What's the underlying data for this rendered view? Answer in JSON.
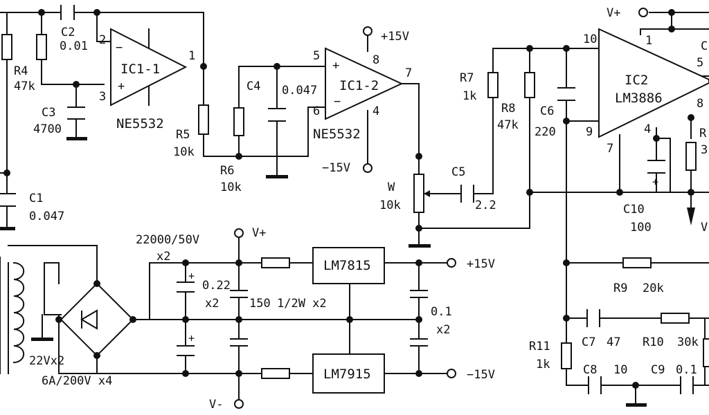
{
  "palette": {
    "ink": "#111111",
    "paper": "#ffffff"
  },
  "preamp": {
    "ic1_1": {
      "label": "IC1-1",
      "part": "NE5532",
      "pin_inv": "2",
      "pin_noninv": "3",
      "pin_out": "1",
      "minus": "−",
      "plus": "+"
    },
    "ic1_2": {
      "label": "IC1-2",
      "part": "NE5532",
      "pin_noninv": "5",
      "pin_inv": "6",
      "pin_vpos": "8",
      "pin_vneg": "4",
      "pin_out": "7",
      "minus": "−",
      "plus": "+"
    },
    "supply_pos": "+15V",
    "supply_neg": "−15V",
    "r4": {
      "ref": "R4",
      "value": "47k"
    },
    "r5": {
      "ref": "R5",
      "value": "10k"
    },
    "r6": {
      "ref": "R6",
      "value": "10k"
    },
    "c1": {
      "ref": "C1",
      "value": "0.047"
    },
    "c2": {
      "ref": "C2",
      "value": "0.01"
    },
    "c3": {
      "ref": "C3",
      "value": "4700"
    },
    "c4": {
      "ref": "C4",
      "value": "0.047"
    }
  },
  "volume": {
    "w": {
      "ref": "W",
      "value": "10k"
    },
    "c5": {
      "ref": "C5",
      "value": "2.2"
    },
    "r7": {
      "ref": "R7",
      "value": "1k"
    },
    "r8": {
      "ref": "R8",
      "value": "47k"
    }
  },
  "power_amp": {
    "ic2": {
      "label": "IC2",
      "part": "LM3886",
      "pin_in": "10",
      "pin_fb": "9",
      "pin_vpos": "1",
      "pin_out": "5",
      "pin_8": "8",
      "pin_4": "4",
      "pin_7": "7"
    },
    "supply_pos": "V+",
    "c6": {
      "ref": "C6",
      "value": "220"
    },
    "c10": {
      "ref": "C10",
      "value": "100"
    },
    "r9": {
      "ref": "R9",
      "value": "20k"
    },
    "r10": {
      "ref": "R10",
      "value": "30k"
    },
    "r11": {
      "ref": "R11",
      "value": "1k"
    },
    "c7": {
      "ref": "C7",
      "value": "47"
    },
    "c8": {
      "ref": "C8",
      "value": "10"
    },
    "c9": {
      "ref": "C9",
      "value": "0.1"
    },
    "clip_r": "R",
    "clip_r_value": "3",
    "clip_c": "C",
    "clip_v": "V"
  },
  "power_supply": {
    "transformer": "22Vx2",
    "bridge": "6A/200V x4",
    "filter_caps": "22000/50V",
    "filter_caps_qty": "x2",
    "bypass_caps": "0.22",
    "bypass_caps_qty": "x2",
    "resistor": "150",
    "resistor_rating": "1/2W x2",
    "reg_pos": "LM7815",
    "reg_neg": "LM7915",
    "out_caps": "0.1",
    "out_caps_qty": "x2",
    "v_plus": "V+",
    "v_minus": "V-",
    "out_pos": "+15V",
    "out_neg": "−15V",
    "plus": "+"
  }
}
